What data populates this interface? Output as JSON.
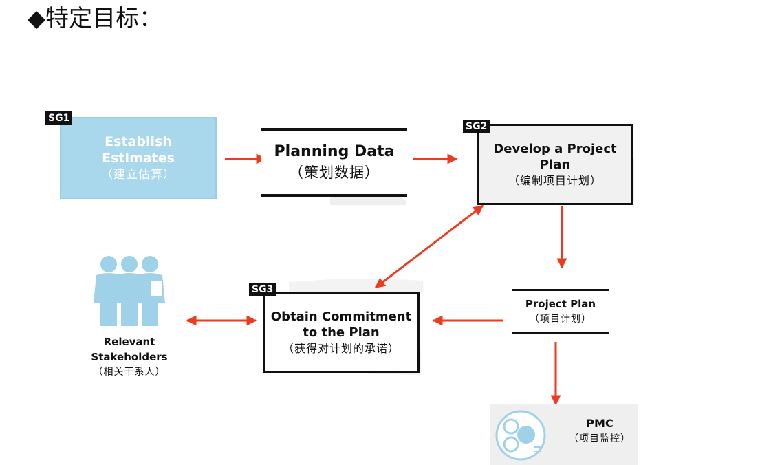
{
  "heading": "◆特定目标：",
  "tags": {
    "sg1": "SG1",
    "sg2": "SG2",
    "sg3": "SG3"
  },
  "establish": {
    "line1": "Establish",
    "line2": "Estimates",
    "cn": "（建立估算）"
  },
  "planning_data": {
    "title": "Planning Data",
    "cn": "（策划数据）"
  },
  "develop": {
    "line1": "Develop a  Project",
    "line2": "Plan",
    "cn": "（编制项目计划）"
  },
  "obtain": {
    "line1": "Obtain Commitment",
    "line2": "to the Plan",
    "cn": "（获得对计划的承诺）"
  },
  "project_plan": {
    "title": "Project Plan",
    "cn": "（项目计划）"
  },
  "stakeholders": {
    "line1": "Relevant",
    "line2": "Stakeholders",
    "cn": "（相关干系人）"
  },
  "pmc": {
    "title": "PMC",
    "cn": "（项目监控）"
  },
  "colors": {
    "arrow": "#ee3a1e",
    "establish_fill": "#a9d7eb",
    "people": "#9fd2e8"
  },
  "icons": {
    "people": "people-group-icon",
    "pmc": "circular-cycle-icon"
  }
}
